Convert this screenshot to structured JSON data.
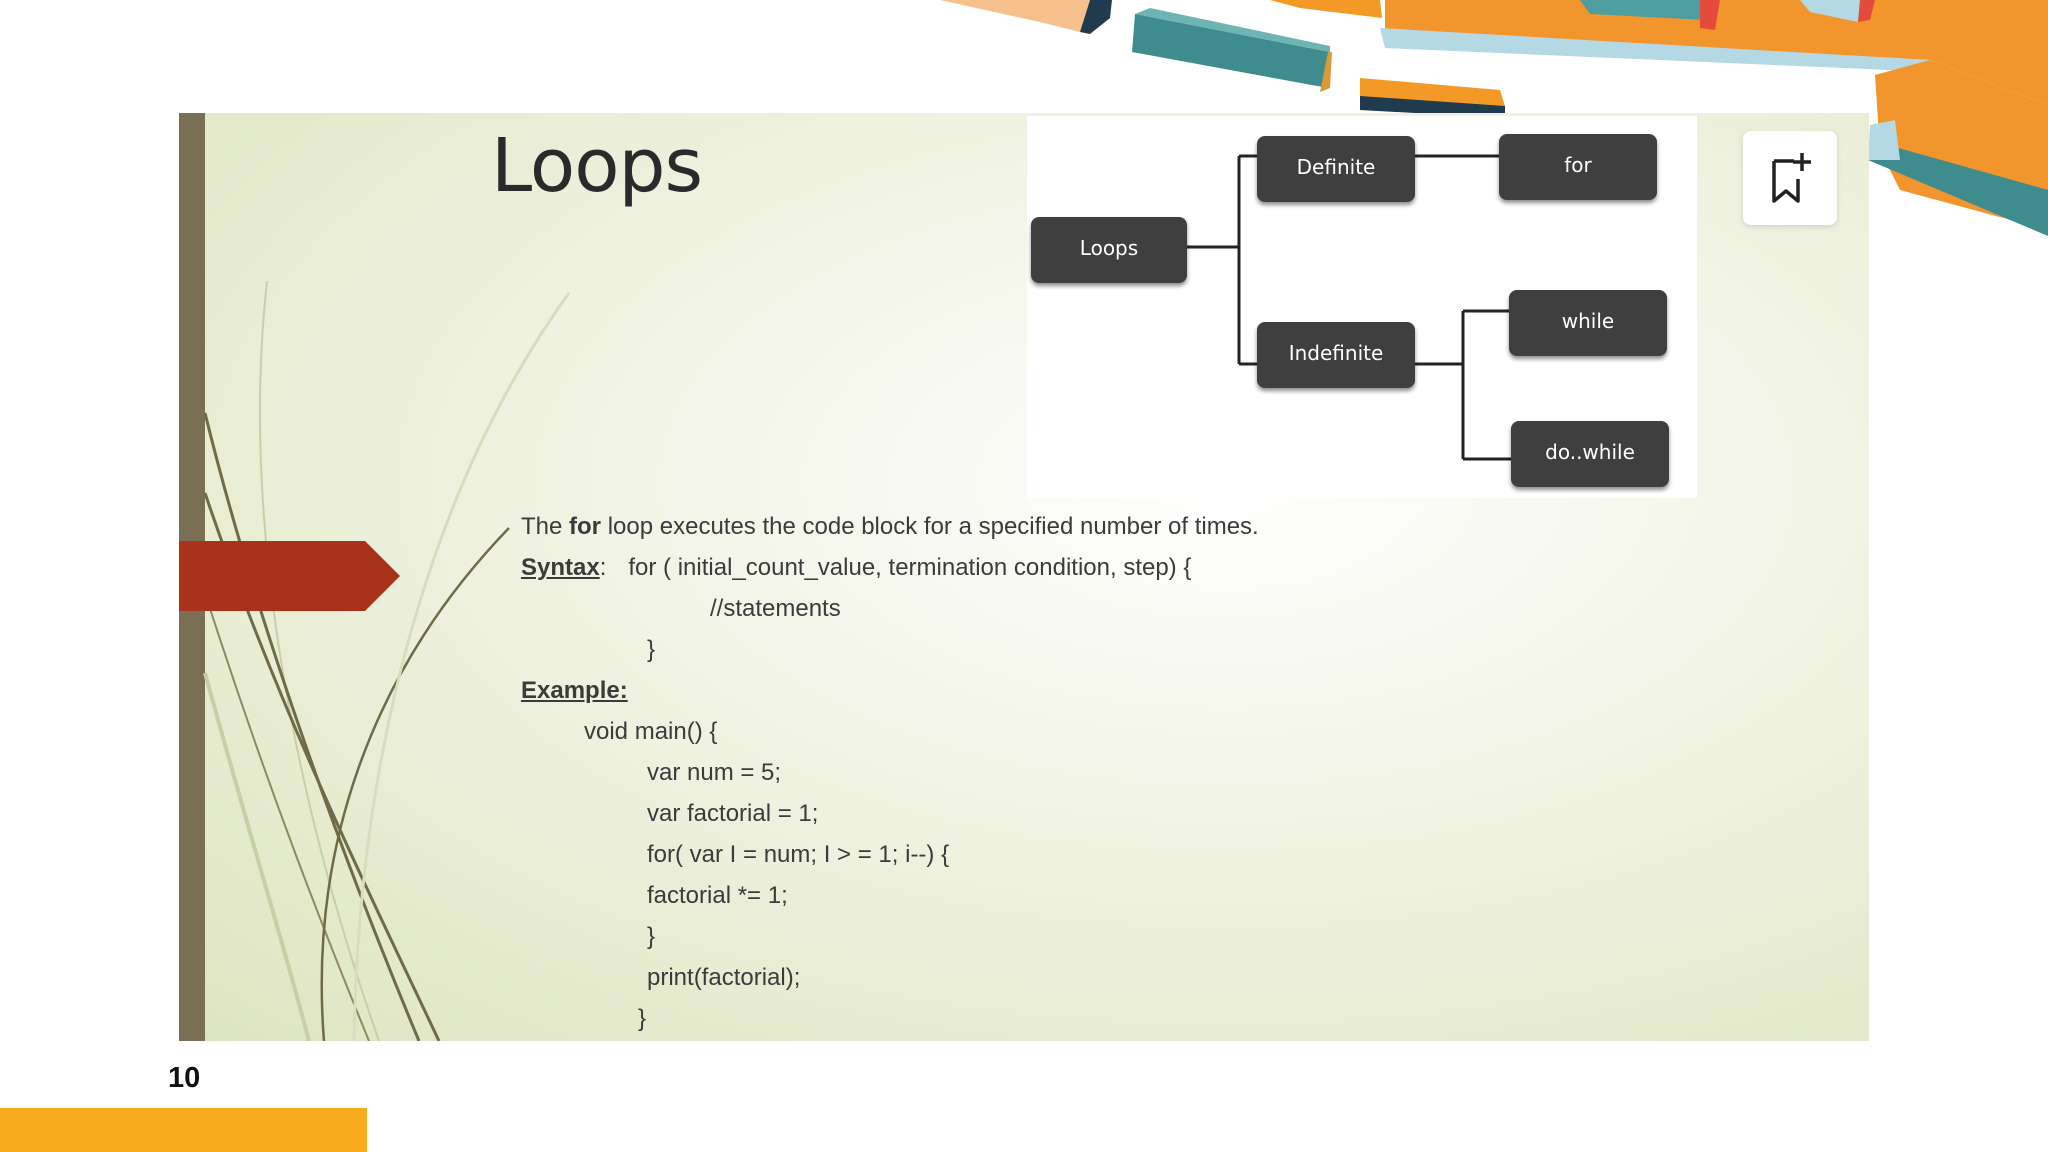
{
  "slide": {
    "title": "Loops",
    "page_number": "10"
  },
  "diagram": {
    "root": "Loops",
    "definite": "Definite",
    "indefinite": "Indefinite",
    "for": "for",
    "while": "while",
    "do_while": "do..while"
  },
  "content": {
    "intro_pre": "The ",
    "intro_bold": "for",
    "intro_post": " loop executes the code block for a specified number of times.",
    "syntax_label": "Syntax",
    "syntax_colon": ":",
    "syntax_line1": "for ( initial_count_value, termination condition, step) {",
    "syntax_line2": "//statements",
    "syntax_line3": "}",
    "example_label": "Example:",
    "code": [
      "void main() {",
      "var num = 5;",
      "var factorial = 1;",
      "for( var I = num; I > = 1; i--) {",
      "factorial *= 1;",
      "}",
      "print(factorial);",
      "}"
    ]
  },
  "icons": {
    "bookmark": "bookmark-add-icon"
  },
  "colors": {
    "accent_orange": "#f8ab1c",
    "arrow_red": "#a8321a",
    "side_bar": "#7a6f55",
    "node_dark": "#3f3f3f"
  }
}
